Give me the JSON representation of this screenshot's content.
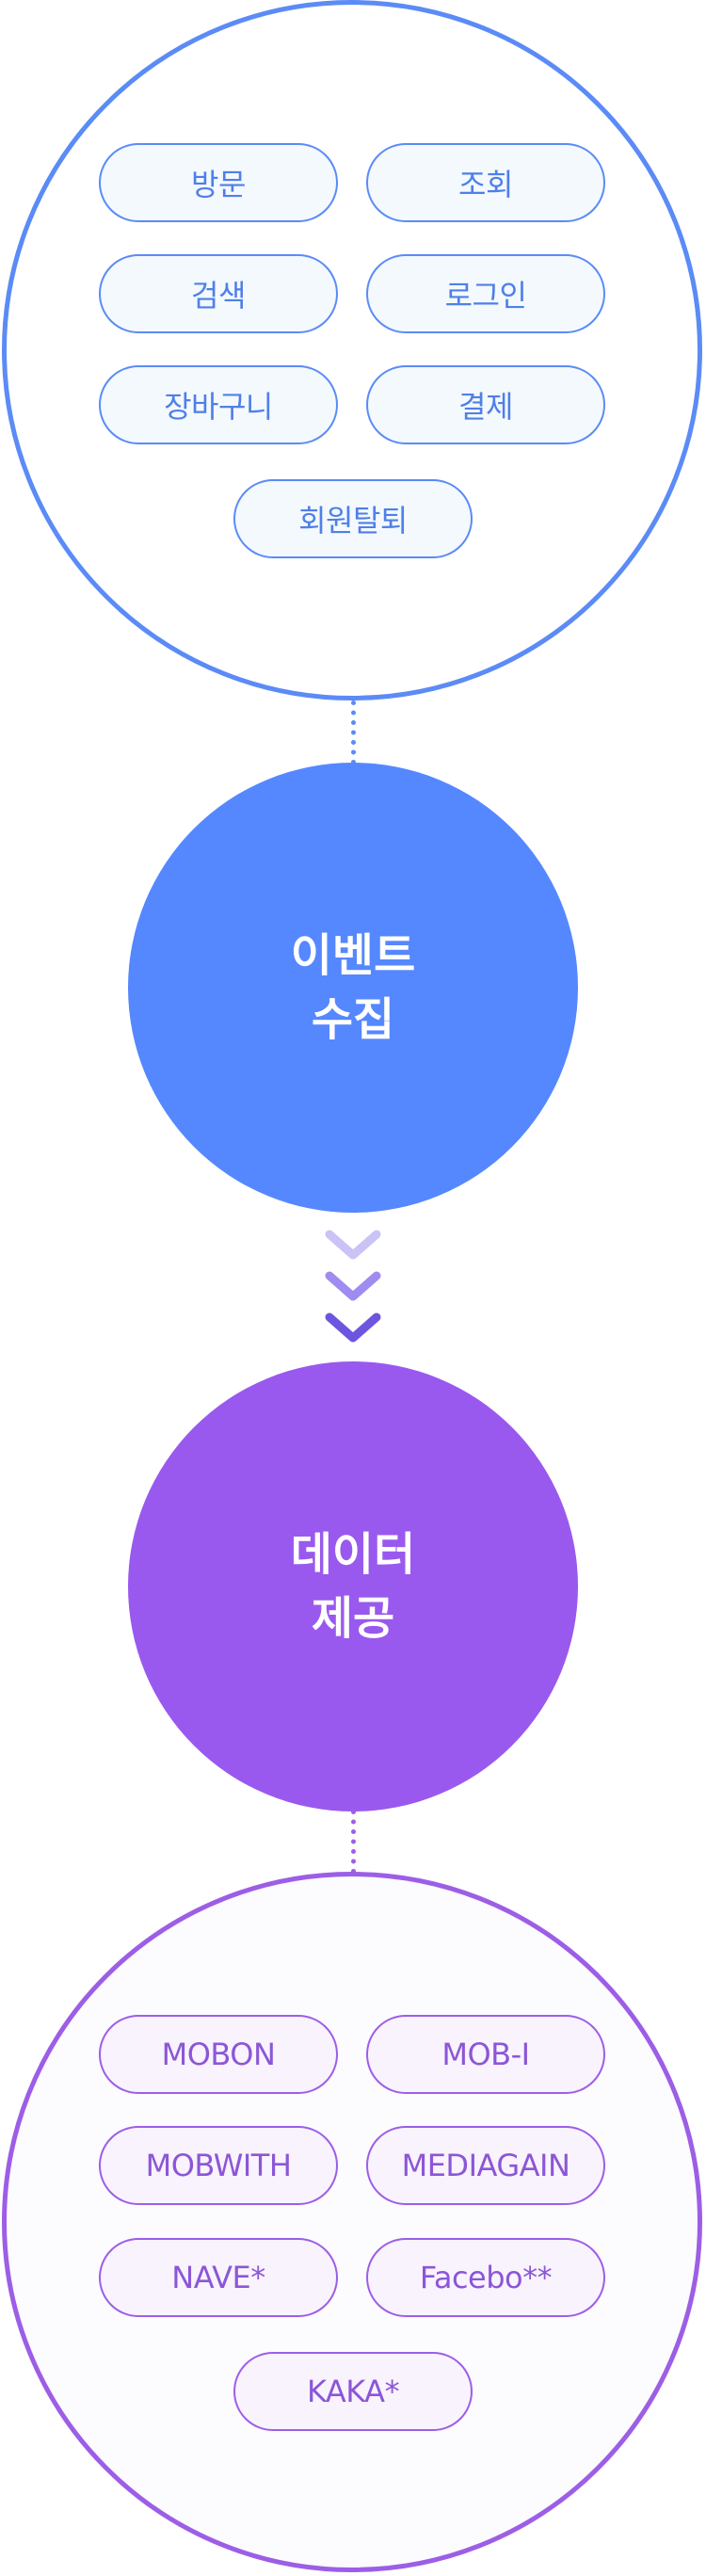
{
  "events": {
    "items": [
      "방문",
      "조회",
      "검색",
      "로그인",
      "장바구니",
      "결제",
      "회원탈퇴"
    ]
  },
  "collect": {
    "line1": "이벤트",
    "line2": "수집"
  },
  "provide": {
    "line1": "데이터",
    "line2": "제공"
  },
  "partners": {
    "items": [
      "MOBON",
      "MOB-I",
      "MOBWITH",
      "MEDIAGAIN",
      "NAVE*",
      "Facebo**",
      "KAKA*"
    ]
  },
  "colors": {
    "blue": "#5588ff",
    "blue_border": "#5b8bf6",
    "purple": "#9959ee",
    "purple_border": "#9d5ee6",
    "chevron_light": "#c9c3f6",
    "chevron_mid": "#a08bf0",
    "chevron_dark": "#6e55e0"
  },
  "icons": {
    "flow_arrow": "triple-chevron-down-icon"
  }
}
